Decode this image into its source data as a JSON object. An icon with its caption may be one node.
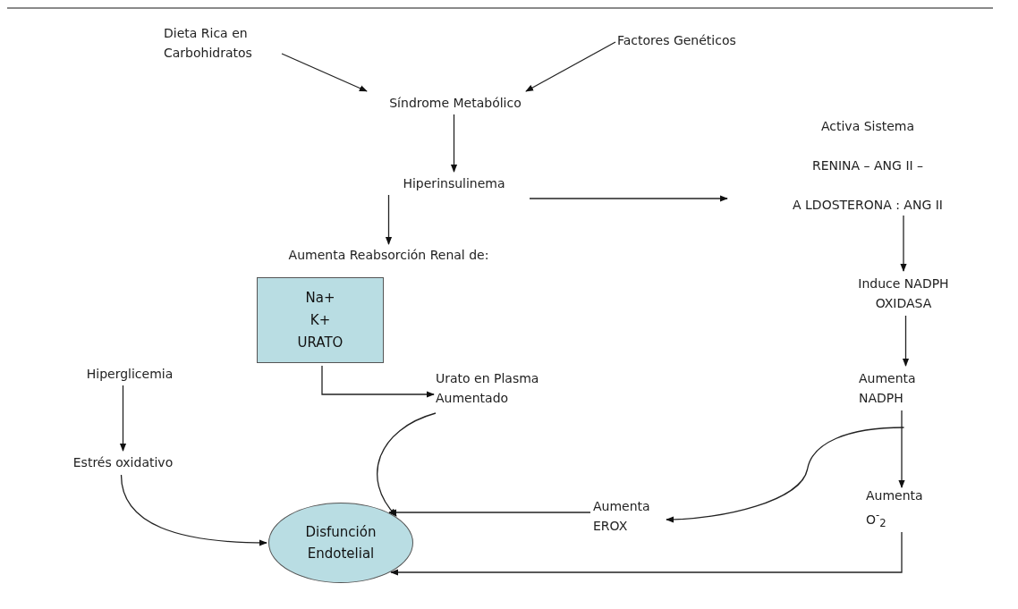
{
  "diagram": {
    "nodes": [
      {
        "text": [
          "Dieta Rica en Carbohidratos"
        ]
      },
      {
        "text": [
          "Factores Genéticos"
        ]
      },
      {
        "text": [
          "Síndrome Metabólico"
        ]
      },
      {
        "text": [
          "Hiperinsulinema"
        ]
      },
      {
        "text": [
          "Aumenta Reabsorción Renal de:",
          "Na+",
          "K+",
          "URATO"
        ]
      },
      {
        "text": [
          "Activa Sistema",
          "RENINA – ANG II –",
          "A LDOSTERONA : ANG II"
        ]
      },
      {
        "text": [
          "Induce NADPH OXIDASA"
        ]
      },
      {
        "text": [
          "Aumenta NADPH"
        ]
      },
      {
        "text": [
          "Hiperglicemia"
        ]
      },
      {
        "text": [
          "Estrés oxidativo"
        ]
      },
      {
        "text": [
          "Urato en Plasma Aumentado"
        ]
      },
      {
        "text": [
          "Aumenta EROX"
        ]
      },
      {
        "text": [
          "Aumenta O$^{-}$$_{2}$"
        ]
      },
      {
        "text": [
          "Disfunción Endotelial"
        ]
      }
    ],
    "edges": [
      {
        "from": 0,
        "to": 2,
        "arrow": "to"
      },
      {
        "from": 1,
        "to": 2,
        "arrow": "to"
      },
      {
        "from": 2,
        "to": 3,
        "arrow": "to"
      },
      {
        "from": 3,
        "to": 4,
        "arrow": "to"
      },
      {
        "from": 3,
        "to": 5,
        "arrow": "to"
      },
      {
        "from": 5,
        "to": 6,
        "arrow": "to"
      },
      {
        "from": 6,
        "to": 7,
        "arrow": "to"
      },
      {
        "from": 4,
        "to": 10,
        "arrow": "to"
      },
      {
        "from": 8,
        "to": 9,
        "arrow": "to"
      },
      {
        "from": 9,
        "to": 13,
        "arrow": "to"
      },
      {
        "from": 10,
        "to": 13,
        "arrow": "to"
      },
      {
        "from": 11,
        "to": 13,
        "arrow": "to"
      },
      {
        "from": 7,
        "to": 12,
        "arrow": "to"
      },
      {
        "from": 7,
        "to": 11,
        "arrow": "to"
      },
      {
        "from": 12,
        "to": 13,
        "arrow": "to"
      }
    ]
  }
}
